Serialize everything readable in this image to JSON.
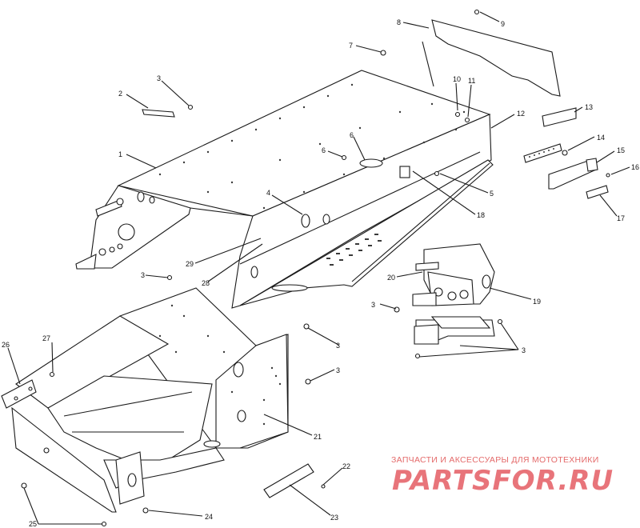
{
  "diagram": {
    "callouts": [
      {
        "id": "c1",
        "text": "1"
      },
      {
        "id": "c2",
        "text": "2"
      },
      {
        "id": "c3a",
        "text": "3"
      },
      {
        "id": "c3b",
        "text": "3"
      },
      {
        "id": "c3c",
        "text": "3"
      },
      {
        "id": "c3d",
        "text": "3"
      },
      {
        "id": "c3e",
        "text": "3"
      },
      {
        "id": "c3f",
        "text": "3"
      },
      {
        "id": "c4",
        "text": "4"
      },
      {
        "id": "c5",
        "text": "5"
      },
      {
        "id": "c6a",
        "text": "6"
      },
      {
        "id": "c6b",
        "text": "6"
      },
      {
        "id": "c7",
        "text": "7"
      },
      {
        "id": "c8",
        "text": "8"
      },
      {
        "id": "c9",
        "text": "9"
      },
      {
        "id": "c10",
        "text": "10"
      },
      {
        "id": "c11",
        "text": "11"
      },
      {
        "id": "c12",
        "text": "12"
      },
      {
        "id": "c13",
        "text": "13"
      },
      {
        "id": "c14",
        "text": "14"
      },
      {
        "id": "c15",
        "text": "15"
      },
      {
        "id": "c16",
        "text": "16"
      },
      {
        "id": "c17",
        "text": "17"
      },
      {
        "id": "c18",
        "text": "18"
      },
      {
        "id": "c19",
        "text": "19"
      },
      {
        "id": "c20",
        "text": "20"
      },
      {
        "id": "c21",
        "text": "21"
      },
      {
        "id": "c22",
        "text": "22"
      },
      {
        "id": "c23",
        "text": "23"
      },
      {
        "id": "c24",
        "text": "24"
      },
      {
        "id": "c25",
        "text": "25"
      },
      {
        "id": "c26",
        "text": "26"
      },
      {
        "id": "c27",
        "text": "27"
      },
      {
        "id": "c28",
        "text": "28"
      },
      {
        "id": "c29",
        "text": "29"
      }
    ]
  },
  "watermark": {
    "tagline": "ЗАПЧАСТИ И АКСЕССУАРЫ ДЛЯ МОТОТЕХНИКИ",
    "logo_text": "PARTSFOR.RU"
  }
}
